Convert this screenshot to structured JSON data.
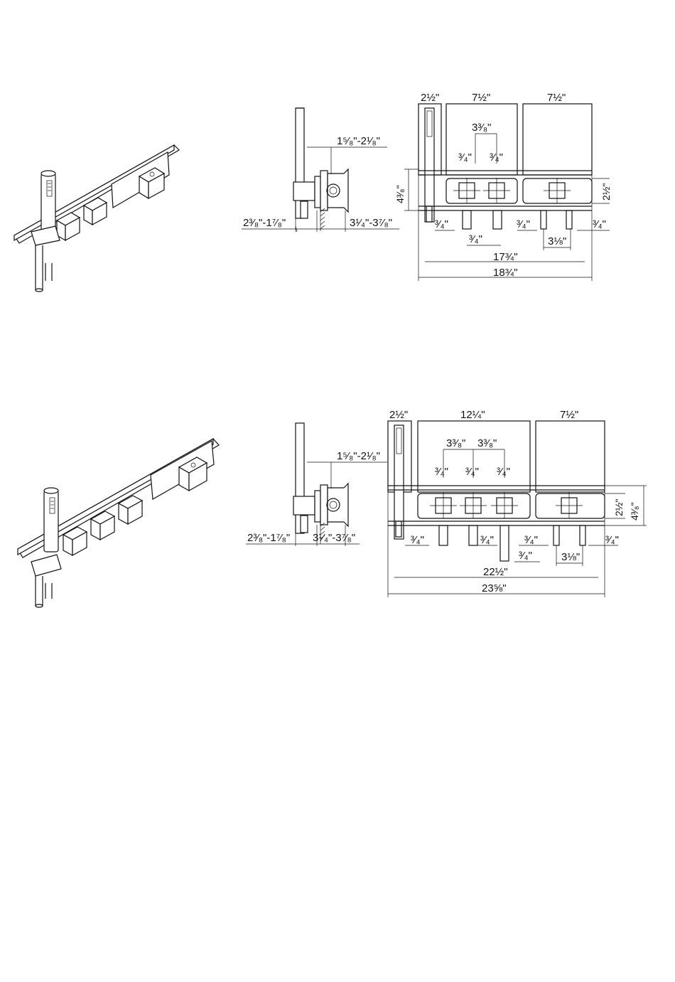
{
  "diagrams": [
    {
      "id": "two-handle",
      "side": {
        "offset_top": "1⁵⁄₈\"-2¹⁄₈\"",
        "wall_left": "2³⁄₈\"-1⁷⁄₈\"",
        "wall_right": "3¹⁄₄\"-3⁷⁄₈\""
      },
      "front": {
        "w_handshower": "2½\"",
        "w_valves": "7½\"",
        "w_trim": "7½\"",
        "handle_spacing": "3³⁄₈\"",
        "h_port_1": "³⁄₄\"",
        "h_port_2": "³⁄₄\"",
        "h_overall": "4³⁄₈\"",
        "h_plate": "2½\"",
        "out_1": "³⁄₄\"",
        "out_2": "³⁄₄\"",
        "out_3": "³⁄₄\"",
        "out_4": "³⁄₄\"",
        "center_outlets": "3⅛\"",
        "w_inner": "17¾\"",
        "w_overall": "18¾\""
      }
    },
    {
      "id": "three-handle",
      "side": {
        "offset_top": "1⁵⁄₈\"-2¹⁄₈\"",
        "wall_left": "2³⁄₈\"-1⁷⁄₈\"",
        "wall_right": "3¹⁄₄\"-3⁷⁄₈\""
      },
      "front": {
        "w_handshower": "2½\"",
        "w_valves": "12¼\"",
        "w_trim": "7½\"",
        "handle_spacing_1": "3³⁄₈\"",
        "handle_spacing_2": "3³⁄₈\"",
        "h_port_1": "³⁄₄\"",
        "h_port_2": "³⁄₄\"",
        "h_port_3": "³⁄₄\"",
        "h_plate": "2½\"",
        "h_overall": "4³⁄₈\"",
        "out_1": "³⁄₄\"",
        "out_2": "³⁄₄\"",
        "out_3": "³⁄₄\"",
        "out_4": "³⁄₄\"",
        "out_5": "³⁄₄\"",
        "center_outlets": "3⅛\"",
        "w_inner": "22½\"",
        "w_overall": "23⅝\""
      }
    }
  ]
}
